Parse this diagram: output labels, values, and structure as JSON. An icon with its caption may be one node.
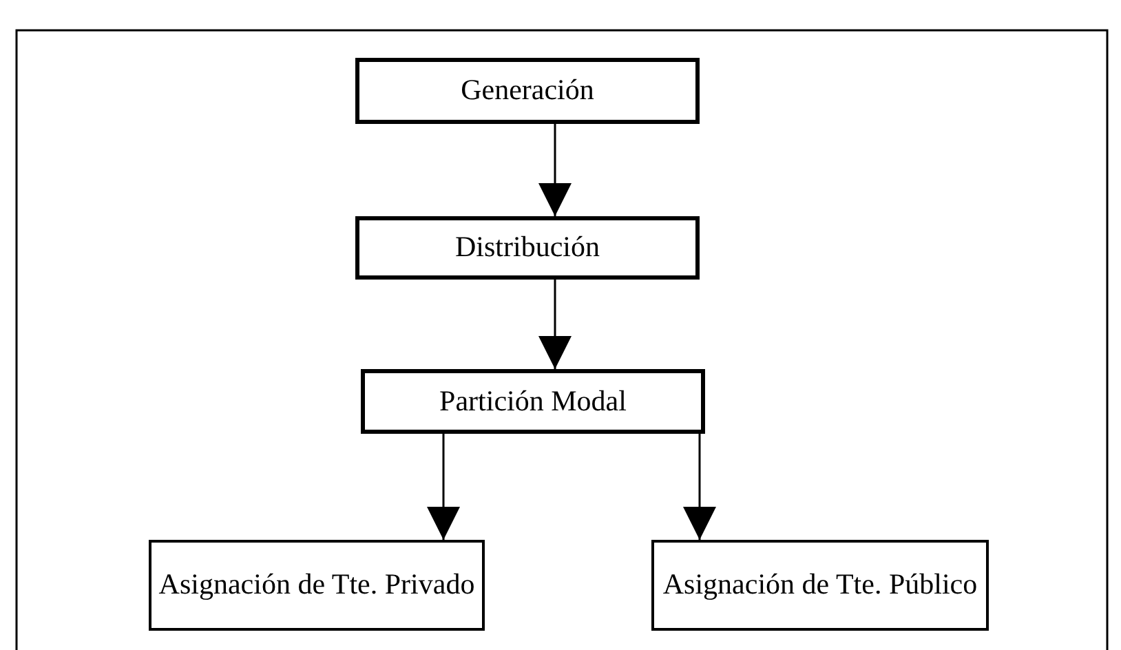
{
  "diagram": {
    "nodes": [
      {
        "text": [
          "Generación"
        ]
      },
      {
        "text": [
          "Distribución"
        ]
      },
      {
        "text": [
          "Partición Modal"
        ]
      },
      {
        "text": [
          "Asignación de Tte. Privado"
        ]
      },
      {
        "text": [
          "Asignación de Tte. Público"
        ]
      }
    ],
    "edges": [
      {
        "from": 0,
        "to": 1,
        "arrow": "to"
      },
      {
        "from": 1,
        "to": 2,
        "arrow": "to"
      },
      {
        "from": 2,
        "to": 3,
        "arrow": "to"
      },
      {
        "from": 2,
        "to": 4,
        "arrow": "to"
      }
    ]
  }
}
